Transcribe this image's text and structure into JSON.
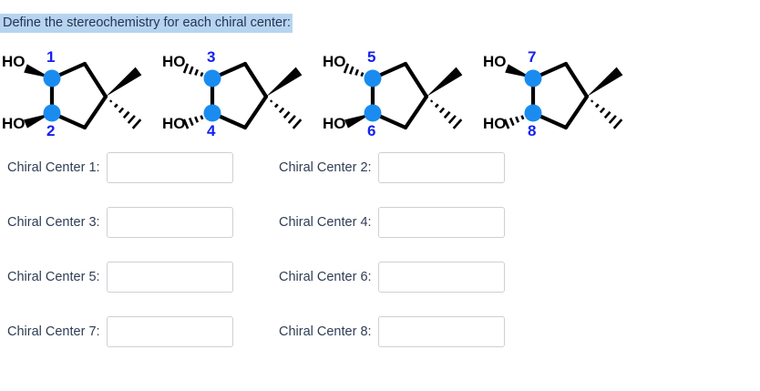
{
  "prompt": {
    "text": "Define the stereochemistry for each chiral center:",
    "highlight_color": "#b6d4f0",
    "text_color": "#253551"
  },
  "molecules": [
    {
      "name": "molecule-1",
      "top_label": "HO",
      "bottom_label": "HO",
      "top_center_number": "1",
      "bottom_center_number": "2",
      "top_bond_style": "wedge",
      "bottom_bond_style": "wedge",
      "methyl_up_style": "wedge",
      "methyl_down_style": "hash",
      "marker_color": "#1a8cf0",
      "number_color": "#1521ee"
    },
    {
      "name": "molecule-2",
      "top_label": "HO",
      "bottom_label": "HO",
      "top_center_number": "3",
      "bottom_center_number": "4",
      "top_bond_style": "hash",
      "bottom_bond_style": "hash",
      "methyl_up_style": "wedge",
      "methyl_down_style": "hash",
      "marker_color": "#1a8cf0",
      "number_color": "#1521ee"
    },
    {
      "name": "molecule-3",
      "top_label": "HO",
      "bottom_label": "HO",
      "top_center_number": "5",
      "bottom_center_number": "6",
      "top_bond_style": "hash",
      "bottom_bond_style": "wedge",
      "methyl_up_style": "wedge",
      "methyl_down_style": "hash",
      "marker_color": "#1a8cf0",
      "number_color": "#1521ee"
    },
    {
      "name": "molecule-4",
      "top_label": "HO",
      "bottom_label": "HO",
      "top_center_number": "7",
      "bottom_center_number": "8",
      "top_bond_style": "wedge",
      "bottom_bond_style": "hash",
      "methyl_up_style": "wedge",
      "methyl_down_style": "hash",
      "marker_color": "#1a8cf0",
      "number_color": "#1521ee"
    }
  ],
  "answers": {
    "rows": [
      {
        "left": {
          "label": "Chiral Center 1:",
          "value": "",
          "placeholder": ""
        },
        "right": {
          "label": "Chiral Center 2:",
          "value": "",
          "placeholder": ""
        }
      },
      {
        "left": {
          "label": "Chiral Center 3:",
          "value": "",
          "placeholder": ""
        },
        "right": {
          "label": "Chiral Center 4:",
          "value": "",
          "placeholder": ""
        }
      },
      {
        "left": {
          "label": "Chiral Center 5:",
          "value": "",
          "placeholder": ""
        },
        "right": {
          "label": "Chiral Center 6:",
          "value": "",
          "placeholder": ""
        }
      },
      {
        "left": {
          "label": "Chiral Center 7:",
          "value": "",
          "placeholder": ""
        },
        "right": {
          "label": "Chiral Center 8:",
          "value": "",
          "placeholder": ""
        }
      }
    ]
  }
}
